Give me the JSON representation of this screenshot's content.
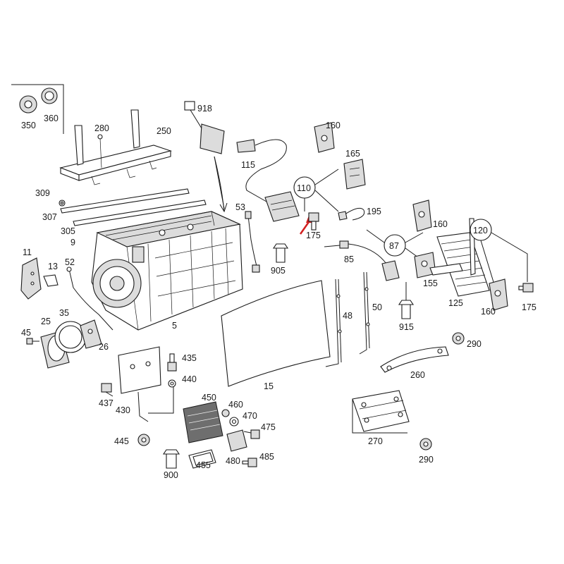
{
  "labels": [
    {
      "id": "350",
      "text": "350"
    },
    {
      "id": "360",
      "text": "360"
    },
    {
      "id": "280",
      "text": "280"
    },
    {
      "id": "250",
      "text": "250"
    },
    {
      "id": "918",
      "text": "918"
    },
    {
      "id": "160a",
      "text": "160"
    },
    {
      "id": "165",
      "text": "165"
    },
    {
      "id": "115",
      "text": "115"
    },
    {
      "id": "110",
      "text": "110"
    },
    {
      "id": "309",
      "text": "309"
    },
    {
      "id": "307",
      "text": "307"
    },
    {
      "id": "53",
      "text": "53"
    },
    {
      "id": "195",
      "text": "195"
    },
    {
      "id": "160b",
      "text": "160"
    },
    {
      "id": "120",
      "text": "120"
    },
    {
      "id": "305",
      "text": "305"
    },
    {
      "id": "9",
      "text": "9"
    },
    {
      "id": "175a",
      "text": "175"
    },
    {
      "id": "87",
      "text": "87"
    },
    {
      "id": "11",
      "text": "11"
    },
    {
      "id": "13",
      "text": "13"
    },
    {
      "id": "52",
      "text": "52"
    },
    {
      "id": "905",
      "text": "905"
    },
    {
      "id": "85",
      "text": "85"
    },
    {
      "id": "155",
      "text": "155"
    },
    {
      "id": "125",
      "text": "125"
    },
    {
      "id": "160c",
      "text": "160"
    },
    {
      "id": "175b",
      "text": "175"
    },
    {
      "id": "25",
      "text": "25"
    },
    {
      "id": "35",
      "text": "35"
    },
    {
      "id": "48",
      "text": "48"
    },
    {
      "id": "50",
      "text": "50"
    },
    {
      "id": "915",
      "text": "915"
    },
    {
      "id": "45",
      "text": "45"
    },
    {
      "id": "5",
      "text": "5"
    },
    {
      "id": "26",
      "text": "26"
    },
    {
      "id": "290a",
      "text": "290"
    },
    {
      "id": "435",
      "text": "435"
    },
    {
      "id": "260",
      "text": "260"
    },
    {
      "id": "440",
      "text": "440"
    },
    {
      "id": "15",
      "text": "15"
    },
    {
      "id": "437",
      "text": "437"
    },
    {
      "id": "450",
      "text": "450"
    },
    {
      "id": "460",
      "text": "460"
    },
    {
      "id": "470",
      "text": "470"
    },
    {
      "id": "430",
      "text": "430"
    },
    {
      "id": "475",
      "text": "475"
    },
    {
      "id": "270",
      "text": "270"
    },
    {
      "id": "445",
      "text": "445"
    },
    {
      "id": "290b",
      "text": "290"
    },
    {
      "id": "480",
      "text": "480"
    },
    {
      "id": "485",
      "text": "485"
    },
    {
      "id": "455",
      "text": "455"
    },
    {
      "id": "900",
      "text": "900"
    }
  ]
}
